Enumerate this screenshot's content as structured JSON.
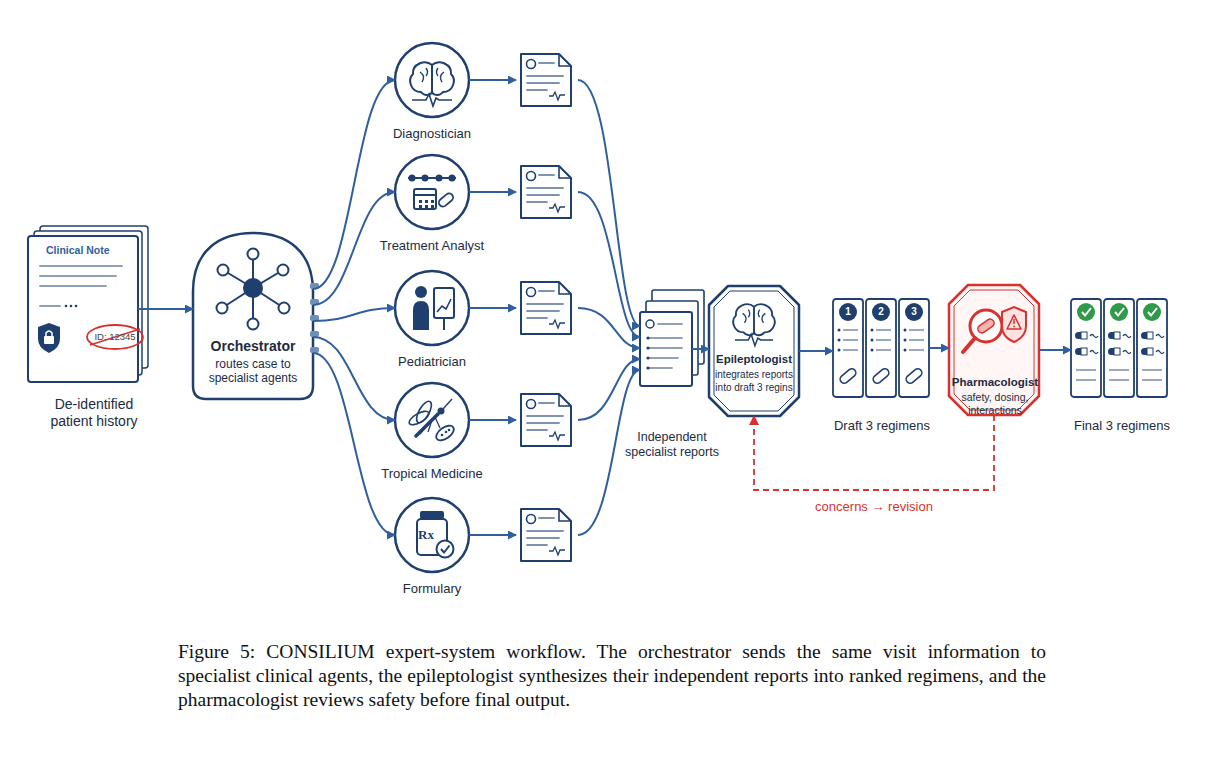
{
  "diagram": {
    "caption": "Figure 5: CONSILIUM expert-system workflow. The orchestrator sends the same visit information to specialist clinical agents, the epileptologist synthesizes their independent reports into ranked regimens, and the pharmacologist reviews safety before final output.",
    "nodes": [
      {
        "text": [
          "Clinical Note",
          "ID: 12345",
          "De-identified patient history"
        ]
      },
      {
        "text": [
          "Orchestrator",
          "routes case to specialist agents"
        ]
      },
      {
        "text": [
          "Diagnostician"
        ]
      },
      {
        "text": [
          "Treatment Analyst"
        ]
      },
      {
        "text": [
          "Pediatrician"
        ]
      },
      {
        "text": [
          "Tropical Medicine"
        ]
      },
      {
        "text": [
          "Formulary"
        ]
      },
      {
        "text": [
          "Independent specialist reports"
        ]
      },
      {
        "text": [
          "Epileptologist",
          "integrates reports into draft 3 regins"
        ]
      },
      {
        "text": [
          "1",
          "2",
          "3",
          "Draft 3 regimens"
        ]
      },
      {
        "text": [
          "Pharmacologist",
          "safety, dosing, interactions"
        ]
      },
      {
        "text": [
          "Final 3 regimens"
        ]
      }
    ],
    "edges": [
      {
        "from": 0,
        "to": 1,
        "arrow": "to"
      },
      {
        "from": 1,
        "to": 2,
        "arrow": "to"
      },
      {
        "from": 1,
        "to": 3,
        "arrow": "to"
      },
      {
        "from": 1,
        "to": 4,
        "arrow": "to"
      },
      {
        "from": 1,
        "to": 5,
        "arrow": "to"
      },
      {
        "from": 1,
        "to": 6,
        "arrow": "to"
      },
      {
        "from": 2,
        "to": 7,
        "arrow": "to"
      },
      {
        "from": 3,
        "to": 7,
        "arrow": "to"
      },
      {
        "from": 4,
        "to": 7,
        "arrow": "to"
      },
      {
        "from": 5,
        "to": 7,
        "arrow": "to"
      },
      {
        "from": 6,
        "to": 7,
        "arrow": "to"
      },
      {
        "from": 7,
        "to": 8,
        "arrow": "to"
      },
      {
        "from": 8,
        "to": 9,
        "arrow": "to"
      },
      {
        "from": 9,
        "to": 10,
        "arrow": "to"
      },
      {
        "from": 10,
        "to": 8,
        "label": "concerns → revision",
        "arrow": "to"
      },
      {
        "from": 10,
        "to": 11,
        "arrow": "to"
      }
    ],
    "labels": [
      "Rx"
    ]
  }
}
